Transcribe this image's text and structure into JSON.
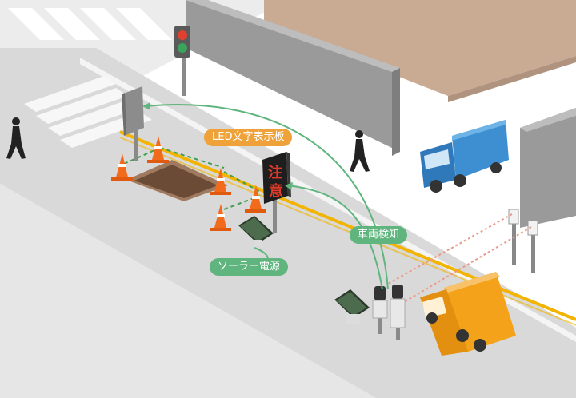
{
  "callouts": {
    "led_display": "LED文字表示板",
    "vehicle_detection": "車両検知",
    "solar_power": "ソーラー電源"
  },
  "led_sign": {
    "line1": "注",
    "line2": "意"
  },
  "colors": {
    "led_callout": "#f0a23a",
    "green_callout": "#5fb57d",
    "arrow": "#5fb57d",
    "led_text": "#e23a2a",
    "road_line": "#f2b400",
    "laser_beam": "#e99a8a"
  }
}
